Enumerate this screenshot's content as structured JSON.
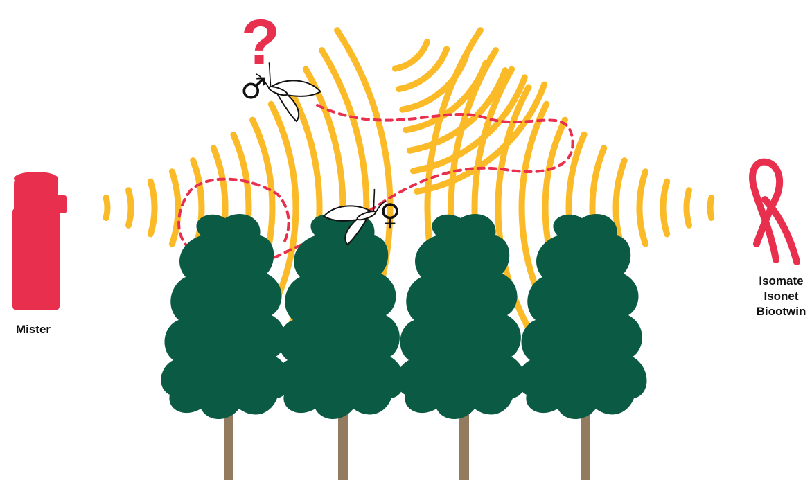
{
  "labels": {
    "mister": "Mister",
    "dispensers": [
      "Isomate",
      "Isonet",
      "Biootwin"
    ]
  },
  "symbols": {
    "question": "?",
    "male": "♂",
    "female": "♀"
  },
  "colors": {
    "signal_arc": "#FBBA27",
    "device": "#E8304E",
    "question": "#E8304E",
    "flight_path": "#E8304E",
    "tree_canopy": "#0B5A43",
    "tree_trunk": "#927B5E",
    "label_text": "#111111"
  },
  "icons": {
    "mister": "aerosol-mister-icon",
    "dispenser": "twist-tie-dispenser-icon",
    "male_moth": "moth-icon",
    "female_moth": "moth-icon",
    "tree": "tree-icon"
  }
}
